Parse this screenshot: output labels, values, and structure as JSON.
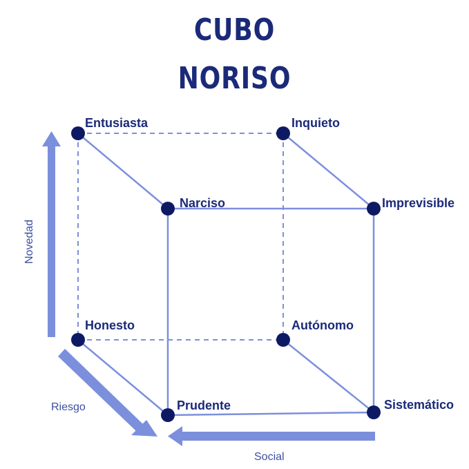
{
  "title": {
    "line1": "CUBO",
    "line2": "NORISO"
  },
  "nodes": [
    {
      "id": "entusiasta",
      "label": "Entusiasta"
    },
    {
      "id": "inquieto",
      "label": "Inquieto"
    },
    {
      "id": "narciso",
      "label": "Narciso"
    },
    {
      "id": "imprevisible",
      "label": "Imprevisible"
    },
    {
      "id": "honesto",
      "label": "Honesto"
    },
    {
      "id": "autonomo",
      "label": "Autónomo"
    },
    {
      "id": "prudente",
      "label": "Prudente"
    },
    {
      "id": "sistematico",
      "label": "Sistemático"
    }
  ],
  "axes": {
    "novedad": "Novedad",
    "riesgo": "Riesgo",
    "social": "Social"
  },
  "colors": {
    "title": "#1b2a78",
    "node": "#0d1a63",
    "edge": "#7b8fdc",
    "arrow": "#7b8fdc",
    "axis_text": "#3b4fa0"
  }
}
